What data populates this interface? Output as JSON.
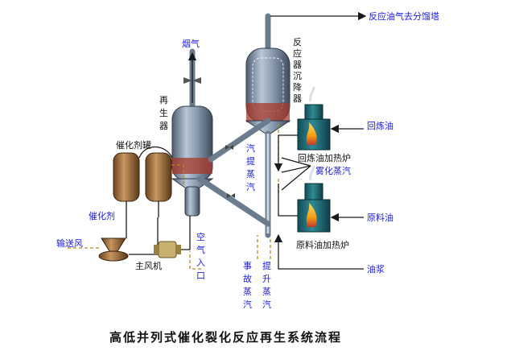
{
  "title": "高低并列式催化裂化反应再生系统流程",
  "labels": {
    "to_fractionator": "反应油气去分馏塔",
    "flue_gas": "烟气",
    "reactor_settler": "反应器沉降器",
    "regenerator": "再生器",
    "catalyst_tank": "催化剂罐",
    "stripping_steam": "汽提蒸汽",
    "recycle_oil": "回炼油",
    "recycle_oil_heater": "回炼油加热炉",
    "atomizing_steam": "雾化蒸汽",
    "feed_oil": "原料油",
    "feed_oil_heater": "原料油加热炉",
    "slurry_oil": "油浆",
    "catalyst": "催化剂",
    "transport_air": "输送风",
    "main_blower": "主风机",
    "air_inlet": "空气入口",
    "emergency_steam": "事故蒸汽",
    "lift_steam": "提升蒸汽"
  },
  "colors": {
    "label_blue": "#1a1ae0",
    "vessel_steel": "#8a9bb0",
    "vessel_red": "#c0392b",
    "catalyst_brown": "#8b5a2b",
    "heater_teal": "#1f6e7a",
    "flame": "#f39c12"
  }
}
